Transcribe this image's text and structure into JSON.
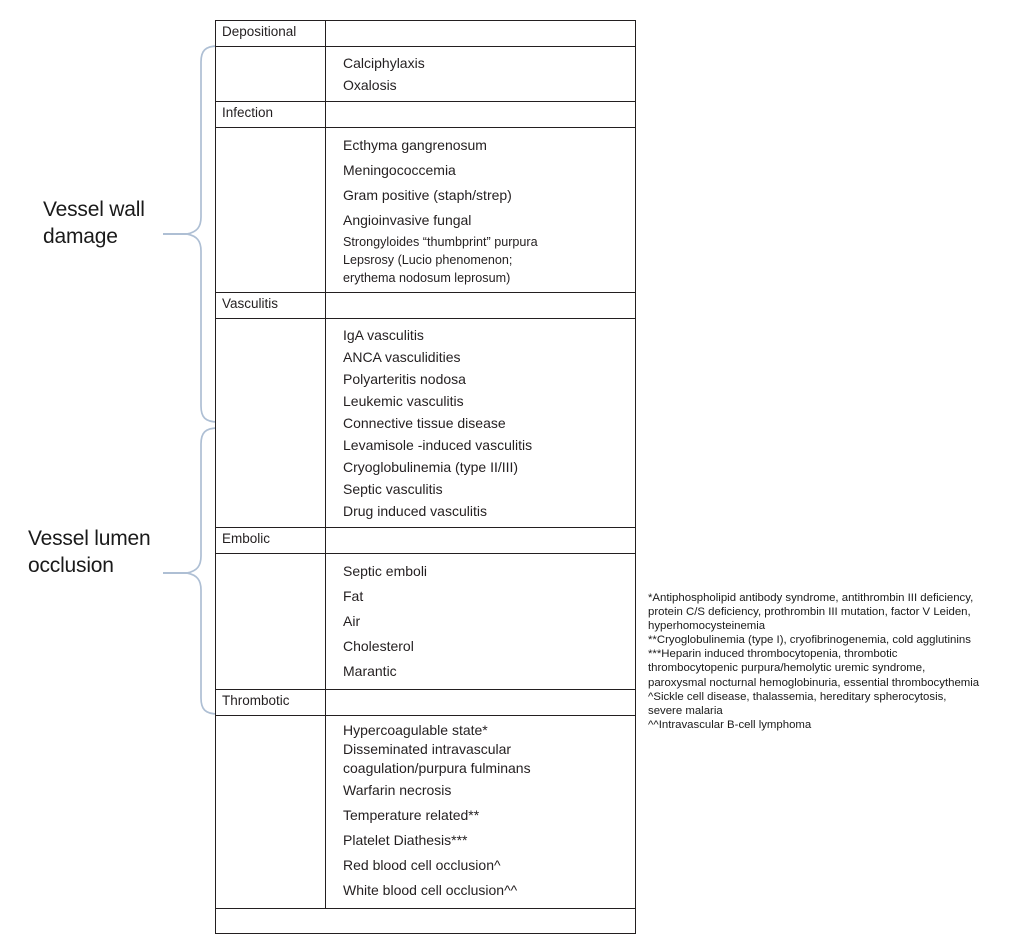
{
  "groups": [
    {
      "id": "vessel-wall",
      "label": "Vessel wall\ndamage"
    },
    {
      "id": "vessel-lumen",
      "label": "Vessel lumen\nocclusion"
    }
  ],
  "table": {
    "sections": [
      {
        "category": "Depositional",
        "items": [
          "Calciphylaxis",
          "Oxalosis"
        ]
      },
      {
        "category": "Infection",
        "items": [
          "Ecthyma gangrenosum",
          "Meningococcemia",
          "Gram positive (staph/strep)",
          "Angioinvasive fungal",
          "Strongyloides “thumbprint” purpura",
          "Lepsrosy (Lucio phenomenon;",
          "erythema nodosum leprosum)"
        ]
      },
      {
        "category": "Vasculitis",
        "items": [
          "IgA vasculitis",
          "ANCA vasculidities",
          "Polyarteritis nodosa",
          "Leukemic vasculitis",
          "Connective tissue disease",
          "Levamisole -induced vasculitis",
          "Cryoglobulinemia (type II/III)",
          "Septic vasculitis",
          "Drug induced vasculitis"
        ]
      },
      {
        "category": "Embolic",
        "items": [
          "Septic emboli",
          "Fat",
          "Air",
          "Cholesterol",
          "Marantic"
        ]
      },
      {
        "category": "Thrombotic",
        "items": [
          "Hypercoagulable state*",
          "Disseminated intravascular",
          "coagulation/purpura fulminans",
          "Warfarin necrosis",
          "Temperature related**",
          "Platelet Diathesis***",
          "Red blood cell occlusion^",
          "White blood cell occlusion^^"
        ]
      }
    ]
  },
  "footnotes": [
    "*Antiphospholipid antibody syndrome, antithrombin III deficiency,",
    "protein C/S deficiency, prothrombin III mutation, factor V Leiden,",
    "hyperhomocysteinemia",
    "**Cryoglobulinemia (type I), cryofibrinogenemia, cold agglutinins",
    "***Heparin induced thrombocytopenia, thrombotic",
    "thrombocytopenic purpura/hemolytic uremic syndrome,",
    "paroxysmal nocturnal hemoglobinuria, essential thrombocythemia",
    "^Sickle cell disease, thalassemia, hereditary spherocytosis,",
    "severe malaria",
    "^^Intravascular B-cell lymphoma"
  ],
  "colors": {
    "brace": "#aebfd4",
    "border": "#231f20",
    "text": "#231f20",
    "background": "#ffffff"
  }
}
